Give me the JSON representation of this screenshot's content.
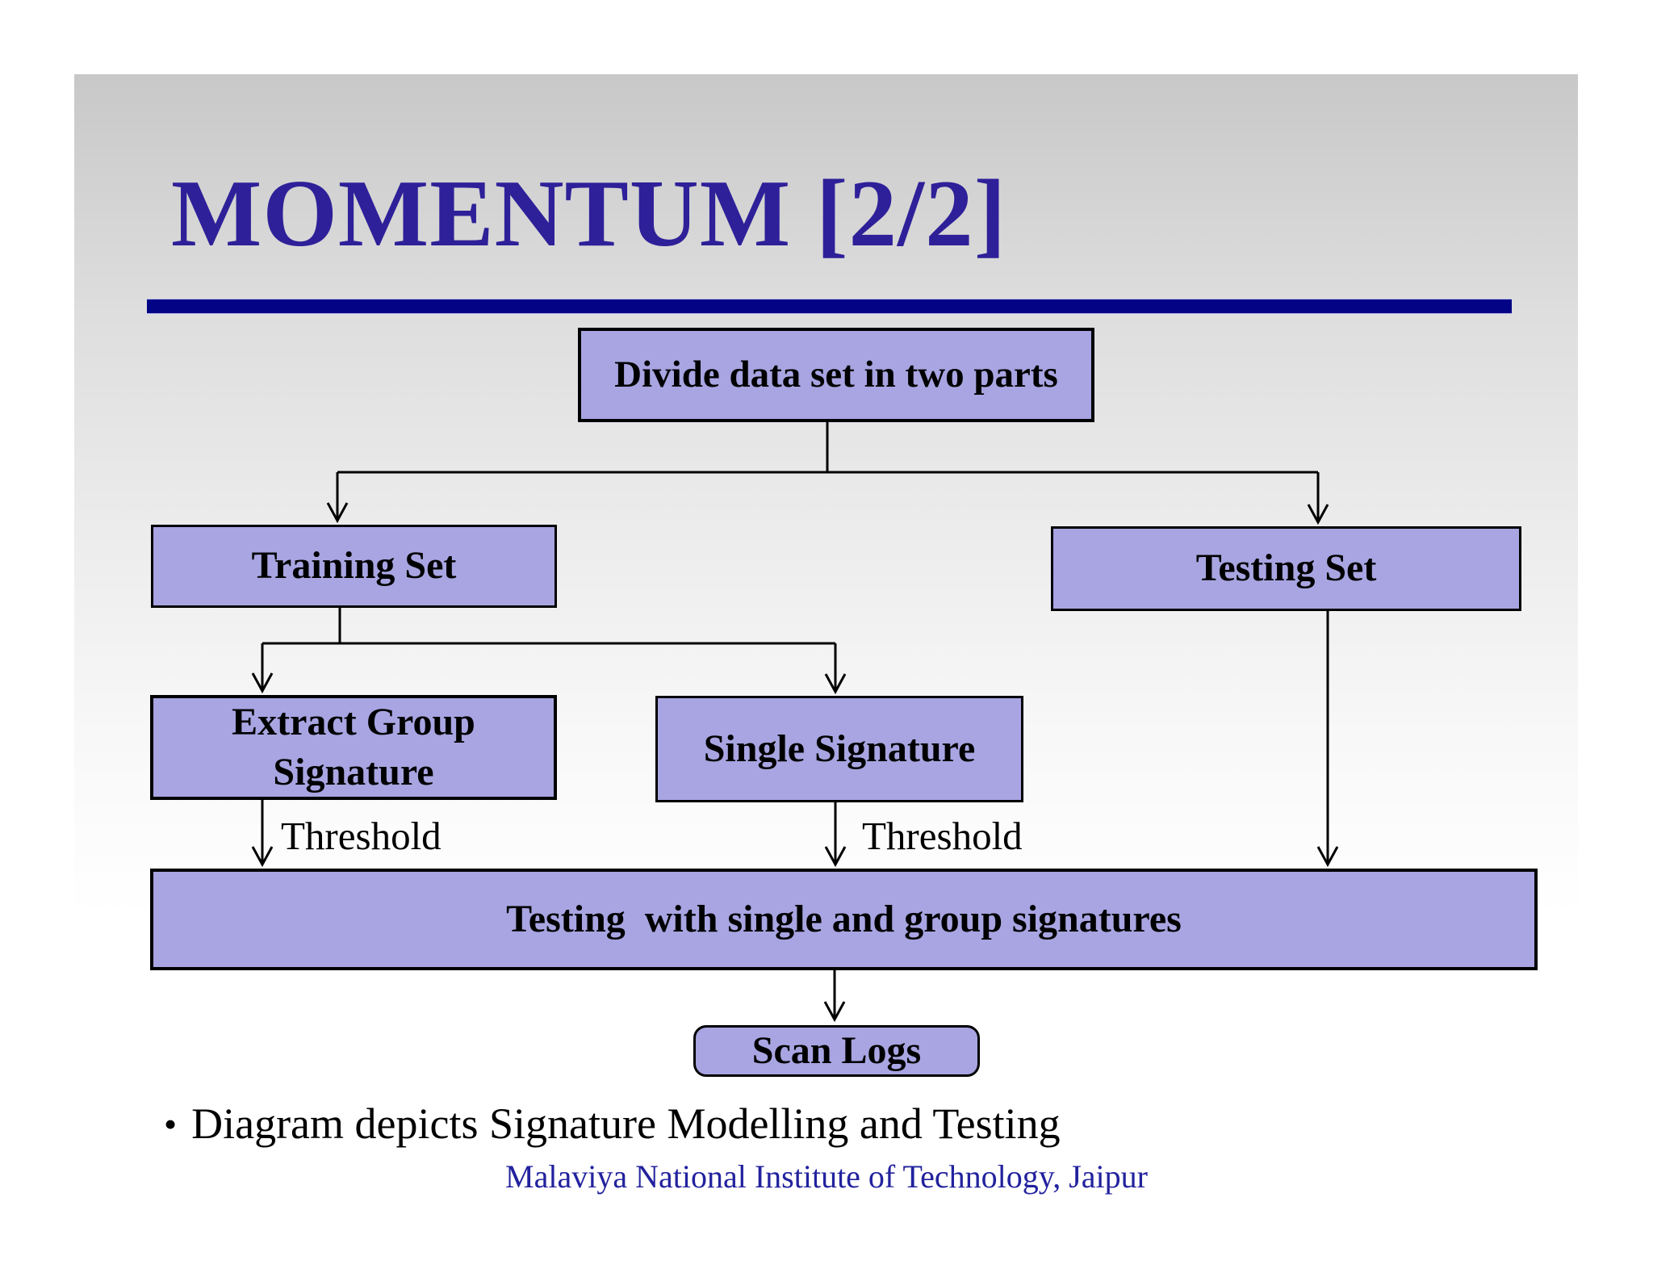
{
  "slide": {
    "title": "MOMENTUM [2/2]",
    "bullet_marker": "•",
    "bullet_text": "Diagram depicts Signature Modelling and Testing",
    "footer": "Malaviya National Institute of Technology, Jaipur",
    "colors": {
      "title_text": "#2e2099",
      "title_rule": "#030385",
      "node_fill": "#a8a5e2",
      "node_border": "#000000",
      "node_text": "#000000",
      "footer_text": "#22229e",
      "slide_gradient_top": "#c8c8c8",
      "slide_gradient_bottom": "#ffffff"
    }
  },
  "diagram": {
    "nodes": [
      {
        "id": "divide-data-set",
        "label": "Divide data set in two parts"
      },
      {
        "id": "training-set",
        "label": "Training Set"
      },
      {
        "id": "testing-set",
        "label": "Testing Set"
      },
      {
        "id": "extract-group-signature",
        "label": "Extract Group\nSignature"
      },
      {
        "id": "single-signature",
        "label": "Single Signature"
      },
      {
        "id": "testing-with-signatures",
        "label": "Testing  with single and group signatures"
      },
      {
        "id": "scan-logs",
        "label": "Scan Logs"
      }
    ],
    "edge_labels": [
      {
        "id": "threshold-left",
        "text": "Threshold"
      },
      {
        "id": "threshold-right",
        "text": "Threshold"
      }
    ]
  }
}
